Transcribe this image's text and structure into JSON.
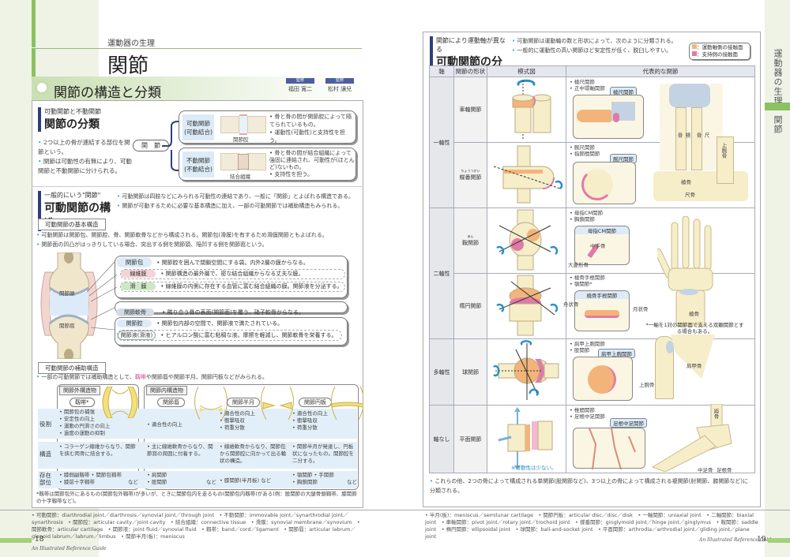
{
  "left_page": {
    "category": "運動器の生理",
    "title": "関節",
    "section_title": "関節の構造と分類",
    "authors": [
      {
        "role": "監修",
        "name": "福田 寛二"
      },
      {
        "role": "監修",
        "name": "松村 讓兒"
      }
    ],
    "classification": {
      "kicker": "可動関節と不動関節",
      "heading": "関節の分類",
      "bullets": [
        "2つ以上の骨が連結する部位を関節という。",
        "関節は可動性の有無により、可動関節と不動関節に分けられる。"
      ],
      "root_label": "関　節",
      "types": [
        {
          "name": "可動関節\n(可動結合)",
          "diagram_caption": "関節腔",
          "points": [
            "骨と骨の間が関節腔によって隔てられているもの。",
            "運動性(可動性)と支持性を担う。"
          ]
        },
        {
          "name": "不動関節\n(不動結合)",
          "diagram_caption": "結合組織",
          "points": [
            "骨と骨の間が結合組織によって強固に連結され、可動性が(ほとんど)ないもの。",
            "支持性を担う。"
          ]
        }
      ]
    },
    "structure": {
      "kicker": "一般的にいう\"関節\"",
      "heading": "可動関節の構造",
      "intro_bullets": [
        "可動関節は四肢などにみられる可動性の連結であり、一般に「関節」とよばれる構造である。",
        "関節が可動するために必要な基本構造に加え、一部の可動関節では補助構造もみられる。"
      ],
      "basic_header": "可動関節の基本構造",
      "basic_bullets": [
        "可動関節は関節包、関節腔、骨、関節軟骨などから構成される。関節包(滑膜)を有するため滑膜関節ともよばれる。",
        "関節面の凹凸がはっきりしている場合、突出する側を関節頭、陥凹する側を関節窩という。"
      ],
      "diagram_labels": {
        "head": "関節頭",
        "socket": "関節窩"
      },
      "parts": [
        {
          "name": "関節包",
          "desc": "関節腔を囲んで閉鎖空間にする袋。内外2層の膜からなる。",
          "color": "#dcebf7"
        },
        {
          "name": "線維膜",
          "desc": "関節構造の最外層で、密な結合組織からなる丈夫な膜。",
          "color": "#f6d3d6"
        },
        {
          "name": "滑　膜",
          "desc": "線維膜の内側に存在する血管に富む結合組織の膜。関節液を分泌する。",
          "color": "#cfe8c4"
        },
        {
          "name": "関節軟骨",
          "desc": "隣り合う骨の表面(関節面)を覆う、硝子軟骨からなる。",
          "color": "#d5dbe5"
        },
        {
          "name": "関節腔",
          "desc": "関節包内部の空間で、関節液で満たされている。",
          "color": "#dcebf7"
        },
        {
          "name": "関節液(滑液)",
          "desc": "ヒアルロン酸に富む粘稠な液。摩擦を軽減し、関節軟骨を栄養する。",
          "color": "#ffffff"
        }
      ],
      "aux_header": "可動関節の補助構造",
      "aux_intro_pre": "一部の可動関節では補助構造として、",
      "aux_intro_hl": "靱帯",
      "aux_intro_post": "や関節唇や関節半月、関節円板などがみられる。",
      "group_outer": "関節外構造物",
      "group_inner": "関節内構造物",
      "row_labels": [
        "役割",
        "構造",
        "存在\n部位"
      ],
      "columns": [
        {
          "name": "靱帯*",
          "role": [
            "関節包の補強",
            "安定性の向上",
            "運動の円滑さの向上",
            "過度の運動の抑制"
          ],
          "structure": [
            "コラーゲン線維からなり、関節を挟む両骨に結合する。"
          ],
          "location": [
            "膝側副靱帯",
            "関節包靱帯",
            "膝前十字靱帯"
          ],
          "location_suffix": "など"
        },
        {
          "name": "関節唇",
          "role": [
            "適合性の向上"
          ],
          "structure": [
            "主に線維軟骨からなり、関節窩の周囲に付着する。"
          ],
          "location": [
            "肩関節",
            "股関節"
          ],
          "location_suffix": "など"
        },
        {
          "name": "関節半月",
          "role": [
            "適合性の向上",
            "衝撃吸収",
            "荷重分散"
          ],
          "structure": [
            "線維軟骨からなり、関節包から関節腔に向かって出る輪状の構造。"
          ],
          "location": [
            "膝関節(半月板)"
          ],
          "location_suffix": "など"
        },
        {
          "name": "関節円板",
          "role": [
            "適合性の向上",
            "衝撃吸収",
            "荷重分散"
          ],
          "structure": [
            "関節半月が発達し、円板状になったもの。関節腔を二分する。"
          ],
          "location": [
            "顎関節",
            "手関節",
            "胸鎖関節"
          ],
          "location_suffix": "など"
        }
      ],
      "footnote": "*靱帯は関節包外にあるもの(関節包外靱帯)が多いが、ときに関節包内を走るもの(関節包内靱帯)がある(例：股関節の大腿骨頭靱帯、膝関節の十字靱帯など)。"
    },
    "glossary": "• 可動関節：diarthrodial joint／diarthrosis／synovial joint／through joint　• 不動関節：immovable joint／synarthrodial joint／synarthrosis　• 関節腔：articular cavity／joint cavity　• 結合組織：connective tissue　• 滑膜：synovial membrane／synovium　• 関節軟骨：articular cartilage　• 関節液：joint fluid／synovial fluid　• 靱帯：band／cord／ligament　• 関節唇：articular labrum／glenoid labrum／labrum／limbus　• 関節半月(板)：meniscus",
    "page_number": "18",
    "guide": "An Illustrated Reference Guide"
  },
  "right_page": {
    "kicker": "関節により運動軸が異なる",
    "heading": "可動関節の分類",
    "intro_bullets": [
      "可動関節は運動軸の数と形状によって、次のように分類される。",
      "一般的に運動性の高い関節ほど安定性が低く、脱臼しやすい。"
    ],
    "legend": [
      {
        "label": "運動軸側の接触面",
        "color": "#f2b47a"
      },
      {
        "label": "支持側の接触面",
        "color": "#e07aa6"
      }
    ],
    "table_headers": [
      "軸",
      "関節の形状",
      "模式図",
      "代表的な関節"
    ],
    "axes": [
      {
        "name": "一軸性",
        "rows": [
          0,
          1
        ]
      },
      {
        "name": "二軸性",
        "rows": [
          2,
          3
        ]
      },
      {
        "name": "多軸性",
        "rows": [
          4
        ]
      },
      {
        "name": "軸なし",
        "rows": [
          5
        ]
      }
    ],
    "rows": [
      {
        "shape": "車軸関節",
        "ruby": "",
        "examples": [
          "橈尺関節",
          "正中環軸関節"
        ],
        "inset": "橈尺関節",
        "bone_labels": [
          "橈骨",
          "尺骨"
        ]
      },
      {
        "shape": "蝶番関節",
        "ruby": "ちょうつがい",
        "examples": [
          "腕尺関節",
          "指節間関節"
        ],
        "inset": "腕尺関節",
        "bone_labels": [
          "上腕骨",
          "橈骨",
          "尺骨"
        ]
      },
      {
        "shape": "鞍関節",
        "ruby": "あん",
        "examples": [
          "母指CM関節",
          "胸鎖関節"
        ],
        "inset": "母指CM関節",
        "bone_labels": [
          "中手骨",
          "大菱形骨"
        ]
      },
      {
        "shape": "楕円関節",
        "ruby": "",
        "examples": [
          "橈骨手根関節",
          "顎関節*"
        ],
        "inset": "橈骨手根関節",
        "bone_labels": [
          "舟状骨",
          "月状骨",
          "橈骨"
        ],
        "note": "*一軸を1対の関節面で支える双顆関節とする場合もある。"
      },
      {
        "shape": "球関節",
        "ruby": "",
        "examples": [
          "肩甲上腕関節",
          "股関節"
        ],
        "inset": "肩甲上腕関節",
        "bone_labels": [
          "肩甲骨",
          "上腕骨"
        ]
      },
      {
        "shape": "平面関節",
        "ruby": "",
        "examples": [
          "椎間関節",
          "足根中足関節"
        ],
        "inset": "足根中足関節",
        "bone_labels": [
          "距骨",
          "中足骨",
          "足根骨"
        ],
        "diagram_note": "※可動性は少ない。"
      }
    ],
    "closing": "これらの他、2つの骨によって構成される単関節(股関節など)、3つ以上の骨によって構成される複関節(肘関節、膝関節など)に分類される。",
    "glossary": "• 半月(板)：meniscus／semilunar cartilage　• 関節円板：articular disc／disc／disk　• 一軸関節：uniaxial joint　• 二軸関節：biaxial joint　• 車軸関節：pivot joint／rotary joint／trochoid joint　• 蝶番関節：ginglymoid joint／hinge joint／ginglymus　• 鞍関節：saddle joint　• 楕円関節：ellipsoidal joint　• 球関節：ball-and-socket joint　• 平面関節：arthrodia／arthrodial joint／gliding joint／plane joint",
    "page_number": "19",
    "guide": "An Illustrated Reference Guide",
    "side_tab": {
      "category": "運動器の生理",
      "topic": "関節"
    }
  },
  "colors": {
    "accent_green": "#8cc063",
    "margin_bg": "#eef3e6",
    "heading_bar": "#2f3f7c",
    "label_blue": "#dcebf7",
    "highlight_pink": "#d6408a"
  }
}
